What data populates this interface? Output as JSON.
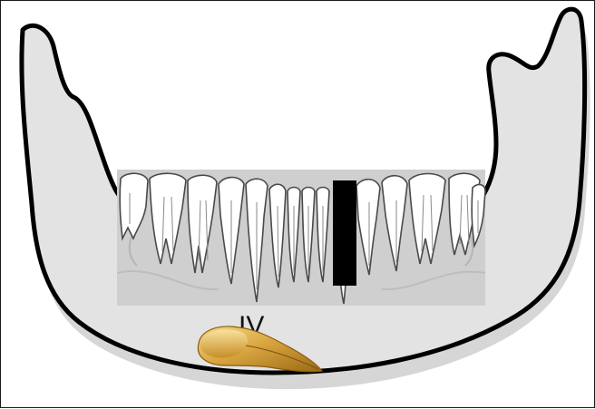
{
  "figure": {
    "label": "IV",
    "colors": {
      "jaw_fill": "#e3e3e3",
      "jaw_outline": "#000000",
      "jaw_shadow": "#d2d2d2",
      "teeth_panel": "#cfcfcf",
      "tooth_fill": "#ffffff",
      "tooth_outline": "#555555",
      "marker_bar": "#000000",
      "impacted_tooth": "#c9952e"
    },
    "elements": {
      "teeth_row": "lower-dental-arch",
      "marker": "vertical-black-bar",
      "impacted_tooth": "horizontally-impacted-tooth"
    }
  }
}
